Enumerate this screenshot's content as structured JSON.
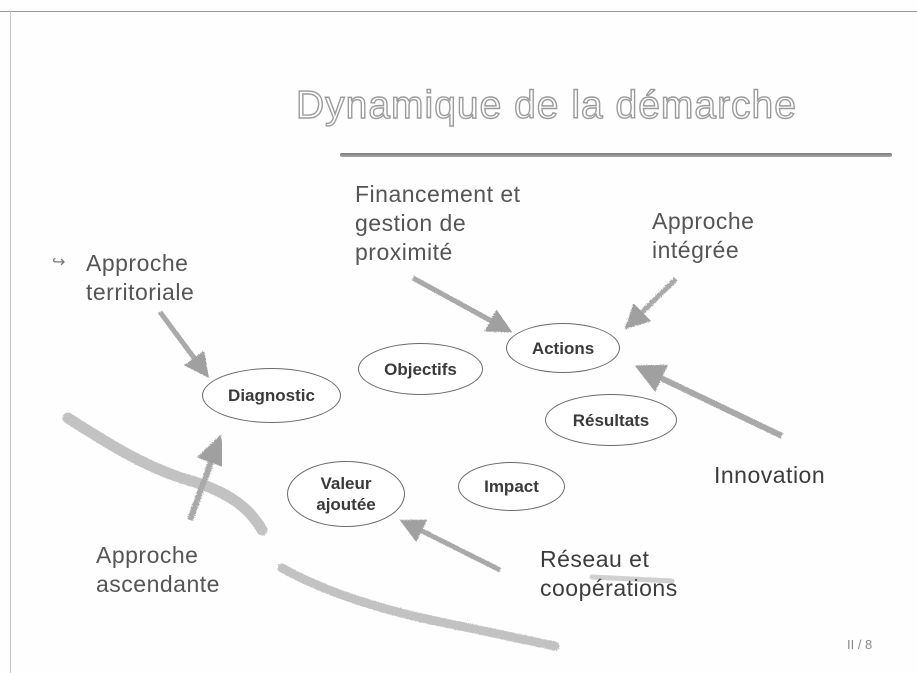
{
  "slide": {
    "title": "Dynamique de la démarche",
    "page_number": "II / 8"
  },
  "labels": {
    "financement": "Financement et\ngestion de\nproximité",
    "approche_integree": "Approche\nintégrée",
    "approche_territoriale": "Approche\nterritoriale",
    "innovation": "Innovation",
    "approche_ascendante": "Approche\nascendante",
    "reseau": "Réseau et\ncoopérations"
  },
  "nodes": {
    "diagnostic": "Diagnostic",
    "objectifs": "Objectifs",
    "actions": "Actions",
    "resultats": "Résultats",
    "valeur_ajoutee": "Valeur\najoutée",
    "impact": "Impact"
  },
  "colors": {
    "arrow": "#a9a9a9",
    "brushstroke": "#b4b4b4",
    "ellipse_border": "#6a6a6a"
  },
  "icons": {
    "bullet": "curved-arrow-icon"
  }
}
